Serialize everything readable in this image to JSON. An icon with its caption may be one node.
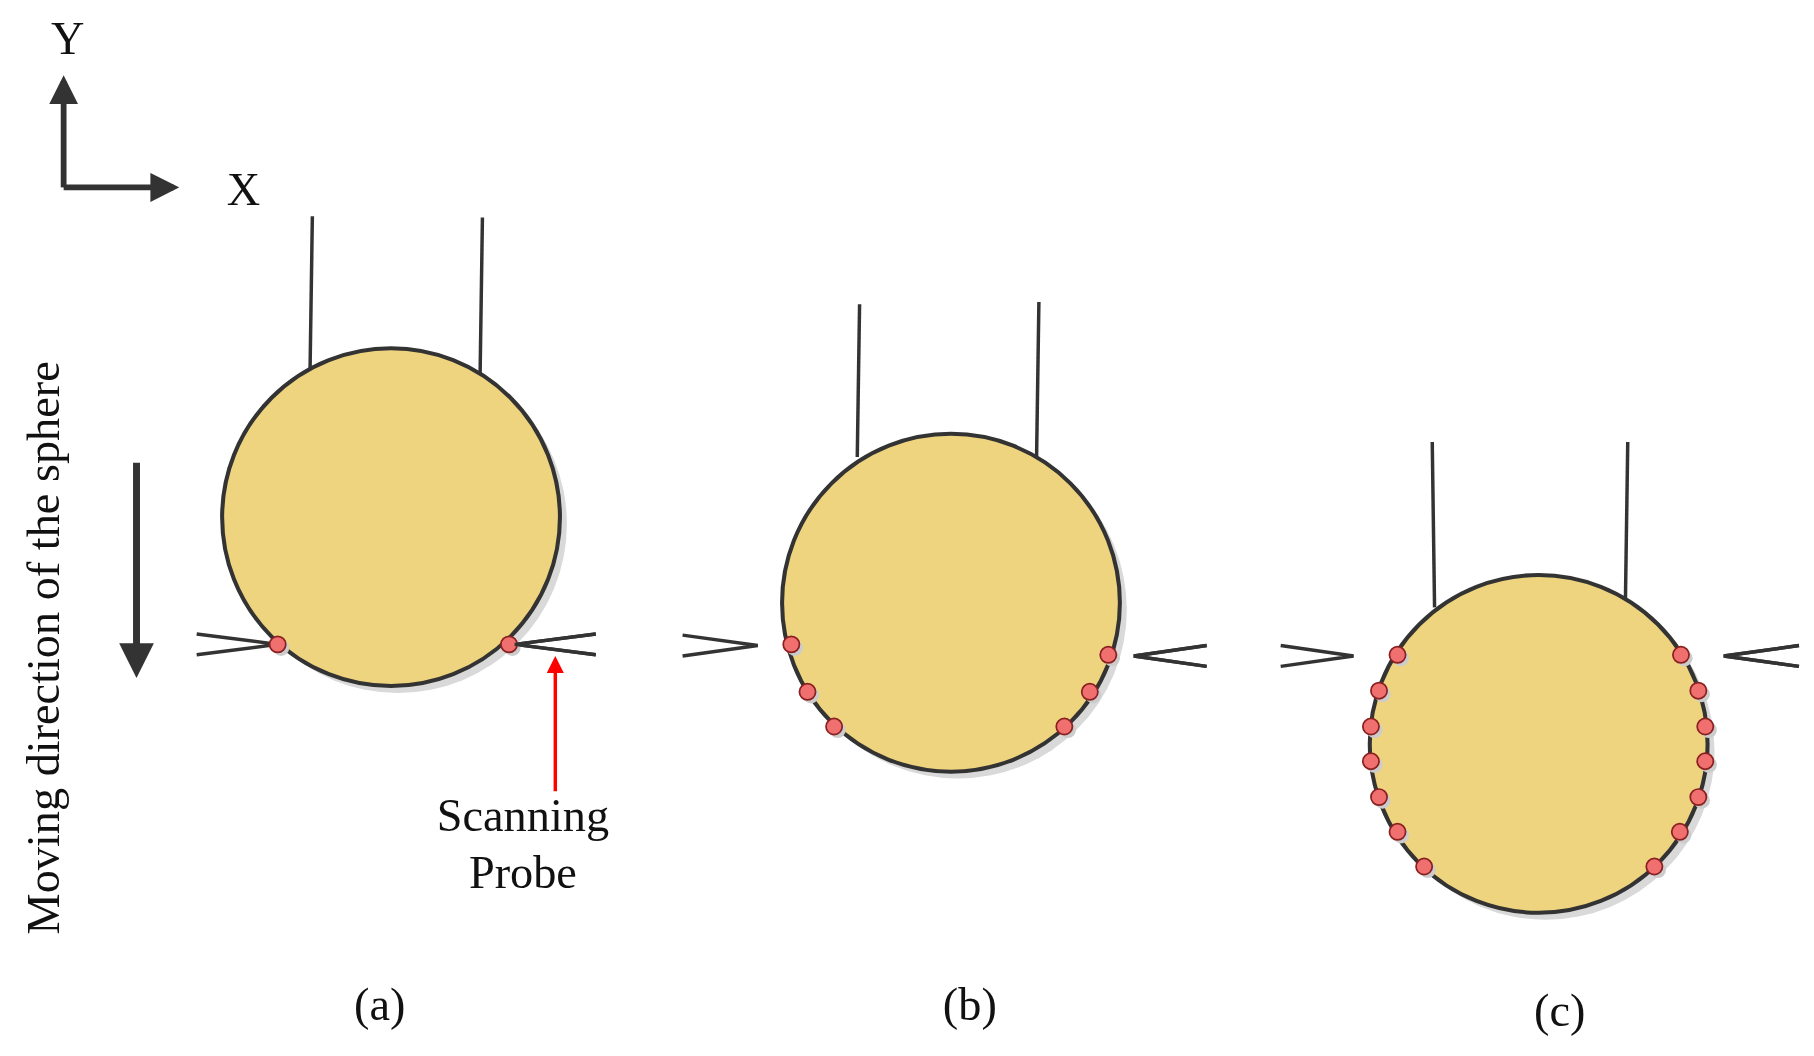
{
  "diagram": {
    "nodes": [
      {
        "text": [
          "Scanning Probe"
        ]
      },
      {
        "text": [],
        "shape": "probe"
      }
    ],
    "edges": [
      {
        "from": 0,
        "to": 1,
        "arrow": "to",
        "color": "#ff0000"
      }
    ],
    "labels": [
      "Y",
      "X",
      "Moving direction of the sphere",
      "(a)",
      "(b)",
      "(c)"
    ]
  }
}
